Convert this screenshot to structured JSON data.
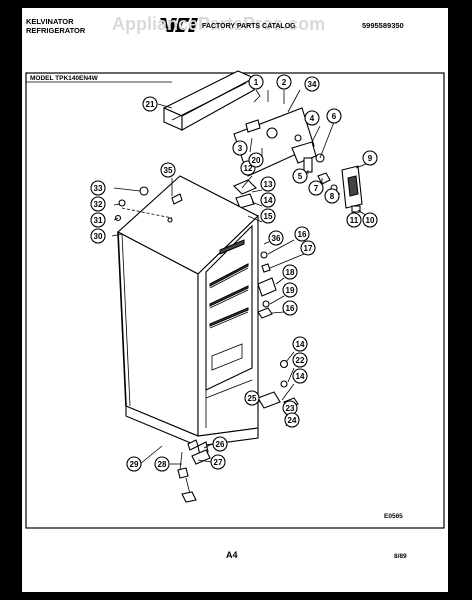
{
  "header": {
    "brand_line1": "KELVINATOR",
    "brand_line2": "REFRIGERATOR",
    "title": "FACTORY PARTS CATALOG",
    "watermark": "AppliancePartsPros.com",
    "catalog_number": "5995589350"
  },
  "model_label": "MODEL TPK140EN4W",
  "footer": {
    "figure_code": "E0565",
    "page": "A4",
    "date": "8/89"
  },
  "callouts": [
    "1",
    "2",
    "3",
    "4",
    "5",
    "6",
    "7",
    "8",
    "9",
    "10",
    "11",
    "12",
    "13",
    "14",
    "15",
    "16",
    "17",
    "18",
    "19",
    "20",
    "21",
    "22",
    "23",
    "24",
    "25",
    "26",
    "27",
    "28",
    "29",
    "30",
    "31",
    "32",
    "33",
    "34",
    "35",
    "36"
  ]
}
